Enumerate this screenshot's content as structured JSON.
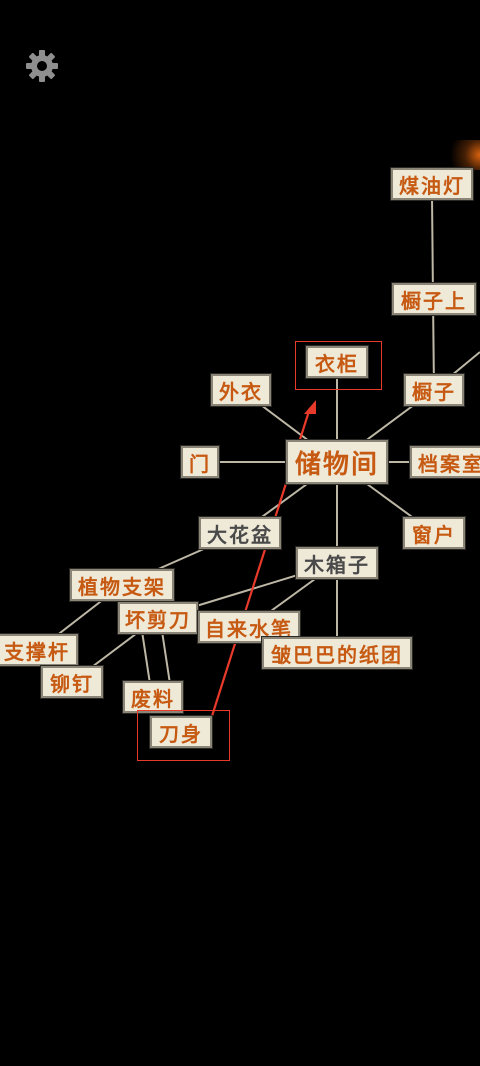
{
  "settings": {
    "icon": "gear-icon"
  },
  "nodes": {
    "meiyoudeng": "煤油灯",
    "chuzishang": "橱子上",
    "yigui": "衣柜",
    "waiyi": "外衣",
    "chuzi": "橱子",
    "men": "门",
    "chuwujian": "储物间",
    "danganshi": "档案室",
    "dahuapen": "大花盆",
    "chuanghu": "窗户",
    "muxiangzi": "木箱子",
    "zhiwuzhijia": "植物支架",
    "huaijiandao": "坏剪刀",
    "zilaishuibi": "自来水笔",
    "zhichenggan": "支撑杆",
    "zhoubabadezhituan": "皱巴巴的纸团",
    "maoding": "铆钉",
    "feiliao": "废料",
    "daoshen": "刀身"
  },
  "colors": {
    "background": "#000000",
    "node_fill": "#efe9d8",
    "node_text": "#c75a12",
    "node_text_muted": "#4a4a4a",
    "link_line": "#bdb7a6",
    "annotation": "#e83a2a"
  }
}
